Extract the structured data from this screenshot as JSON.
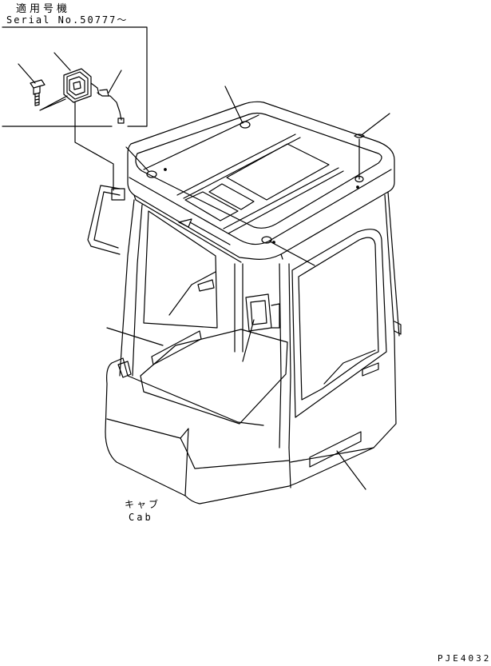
{
  "labels": {
    "applicable_serial_label": "適用号機",
    "serial_number": "Serial No.50777～",
    "cab_japanese": "キャブ",
    "cab_english": "Cab",
    "drawing_code": "PJE4032"
  },
  "colors": {
    "line": "#000000",
    "background": "#ffffff"
  }
}
